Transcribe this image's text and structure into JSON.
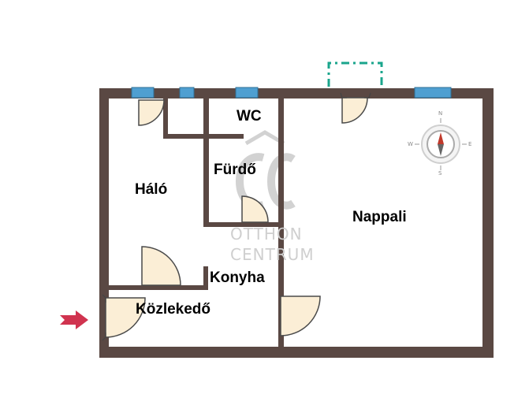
{
  "rooms": {
    "wc": "WC",
    "furdo": "Fürdő",
    "halo": "Háló",
    "nappali": "Nappali",
    "konyha": "Konyha",
    "kozlekedo": "Közlekedő"
  },
  "compass": {
    "north": "N",
    "south": "S",
    "east": "E",
    "west": "W"
  },
  "watermark": {
    "line1": "OTTHON",
    "line2": "CENTRUM"
  },
  "colors": {
    "wall": "#5a4843",
    "window": "#4f9fd1",
    "door": "#fbeed6",
    "balcony": "#1aa58c",
    "entrance_arrow": "#d0334f",
    "watermark": "#cfcfcf"
  },
  "icons": {
    "entrance": "entrance-arrow-icon",
    "compass": "compass-icon",
    "logo": "otthon-centrum-logo"
  }
}
